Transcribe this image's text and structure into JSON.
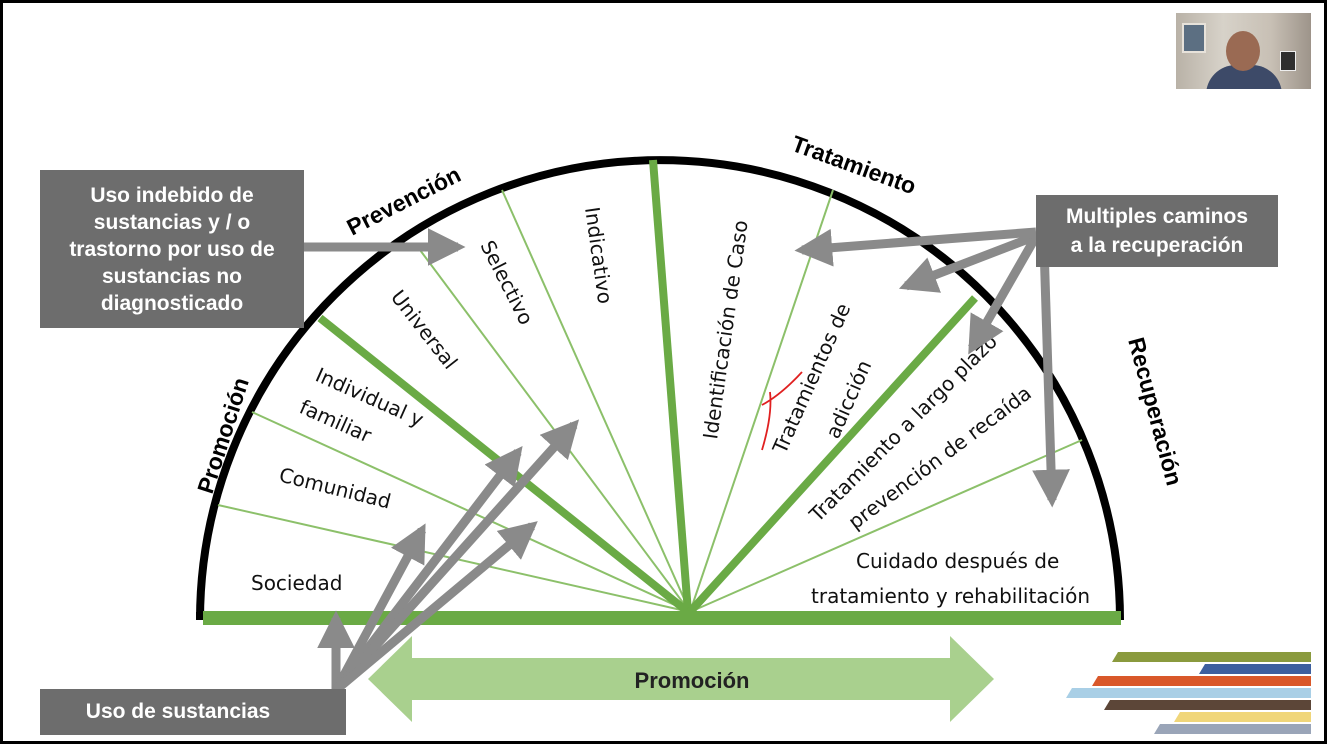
{
  "diagram": {
    "phases": {
      "promocion_left": "Promoción",
      "prevencion": "Prevención",
      "tratamiento": "Tratamiento",
      "recuperacion": "Recuperación",
      "promocion_bottom": "Promoción"
    },
    "sectors": {
      "sociedad": "Sociedad",
      "comunidad": "Comunidad",
      "individual_l1": "Individual y",
      "individual_l2": "familiar",
      "universal": "Universal",
      "selectivo": "Selectivo",
      "indicativo": "Indicativo",
      "identificacion": "Identificación de Caso",
      "tratamientos_l1": "Tratamientos de",
      "tratamientos_l2": "adicción",
      "largo_plazo_l1": "Tratamiento a largo plazo",
      "largo_plazo_l2": "prevención de recaída",
      "cuidado_l1": "Cuidado después de",
      "cuidado_l2": "tratamiento y rehabilitación"
    },
    "callouts": {
      "uso_indebido": "Uso indebido de\nsustancias y / o\ntrastorno por uso de\nsustancias no\ndiagnosticado",
      "multiples": "Multiples caminos\na la recuperación",
      "uso_sustancias": "Uso de sustancias"
    },
    "colors": {
      "green_dark": "#6aaa45",
      "green_light": "#8cc06a",
      "green_arrow": "#a9d08e",
      "gray_box": "#6d6d6d",
      "gray_arrow": "#8a8a8a",
      "arc": "#000000",
      "annotation": "#e02020"
    }
  }
}
